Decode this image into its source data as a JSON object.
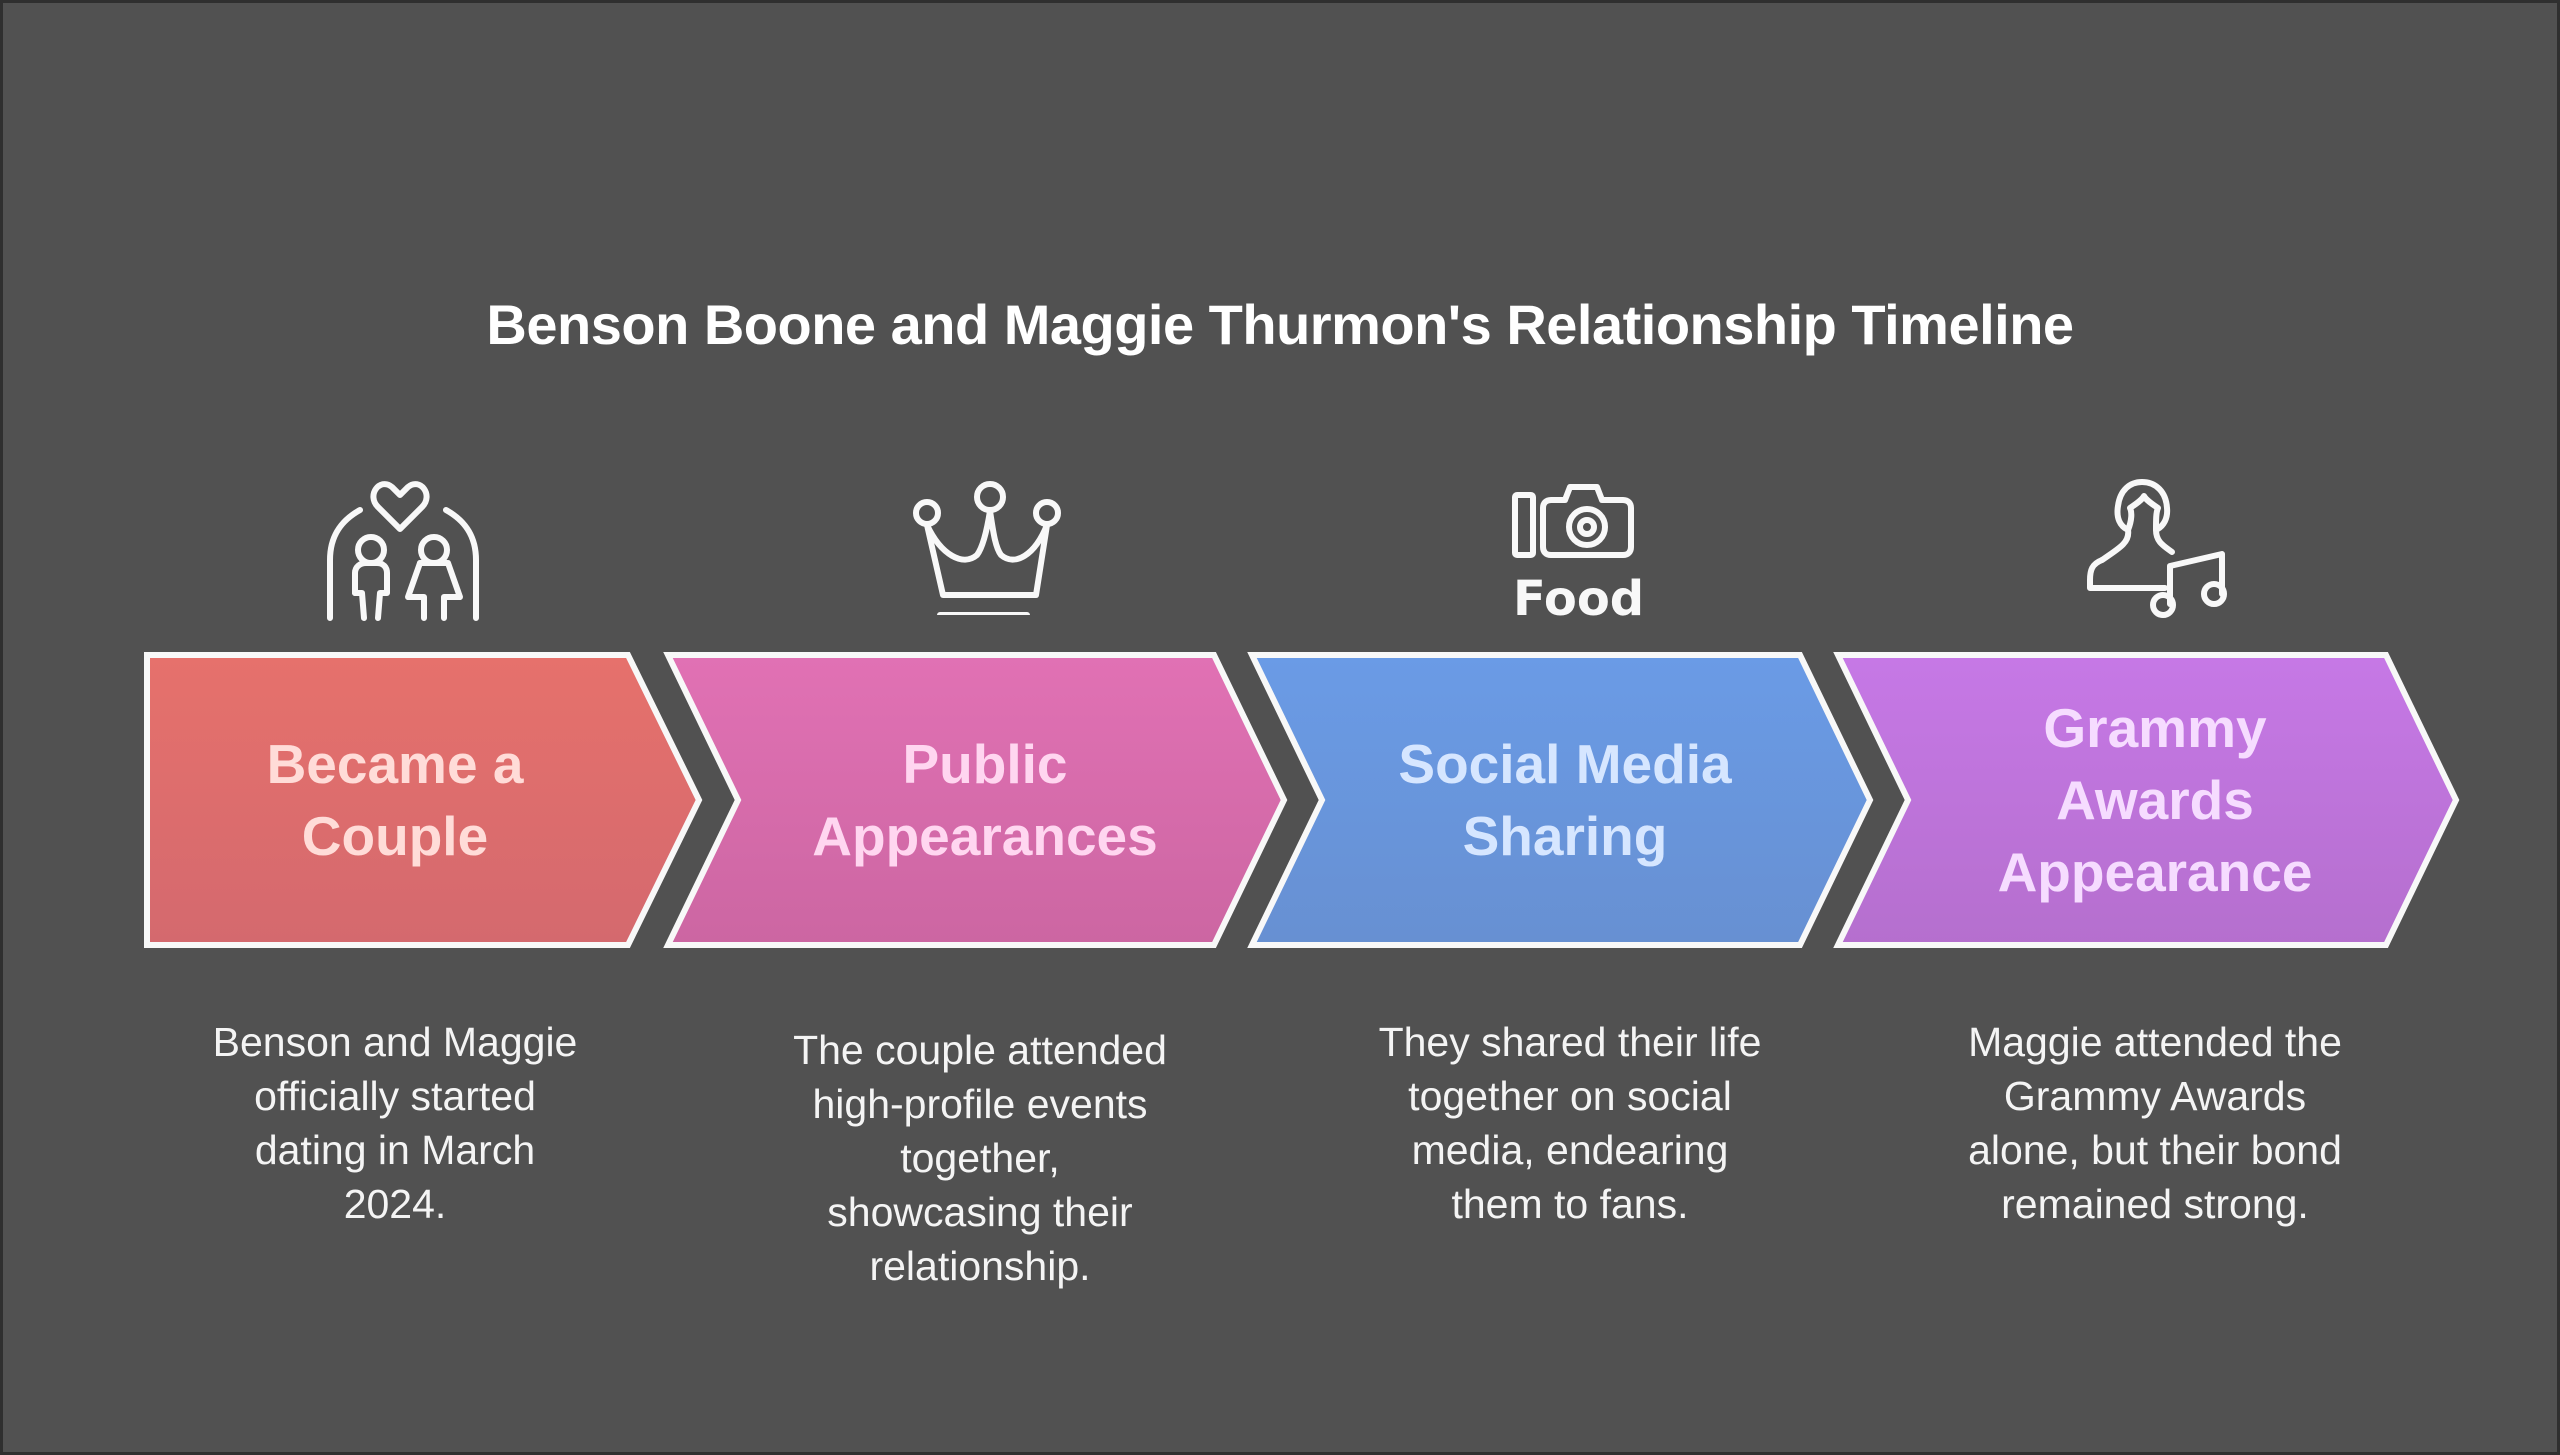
{
  "title": "Benson Boone and Maggie Thurmon's Relationship Timeline",
  "colors": {
    "background": "#515151",
    "outline": "#f8f8f8",
    "text_light": "#f4f4f4"
  },
  "stages": [
    {
      "label": "Became a\nCouple",
      "icon": "couple-under-arch-heart-icon",
      "fill_top": "#e6716c",
      "fill_bottom": "#d4696e",
      "text_color": "#ffdcd8",
      "description": "Benson and Maggie\nofficially started\ndating in March\n2024."
    },
    {
      "label": "Public\nAppearances",
      "icon": "crown-icon",
      "fill_top": "#e171b4",
      "fill_bottom": "#cc66a2",
      "text_color": "#ffd6f0",
      "description": "The couple attended\nhigh-profile events\ntogether,\nshowcasing their\nrelationship."
    },
    {
      "label": "Social Media\nSharing",
      "icon": "camera-food-icon",
      "icon_text": "Food",
      "fill_top": "#6a9be6",
      "fill_bottom": "#6790d2",
      "text_color": "#d6e6ff",
      "description": "They shared their life\ntogether on social\nmedia, endearing\nthem to fans."
    },
    {
      "label": "Grammy\nAwards\nAppearance",
      "icon": "woman-singer-music-note-icon",
      "fill_top": "#c678e6",
      "fill_bottom": "#b56fce",
      "text_color": "#f6dcff",
      "description": "Maggie attended the\nGrammy Awards\nalone, but their bond\nremained strong."
    }
  ]
}
